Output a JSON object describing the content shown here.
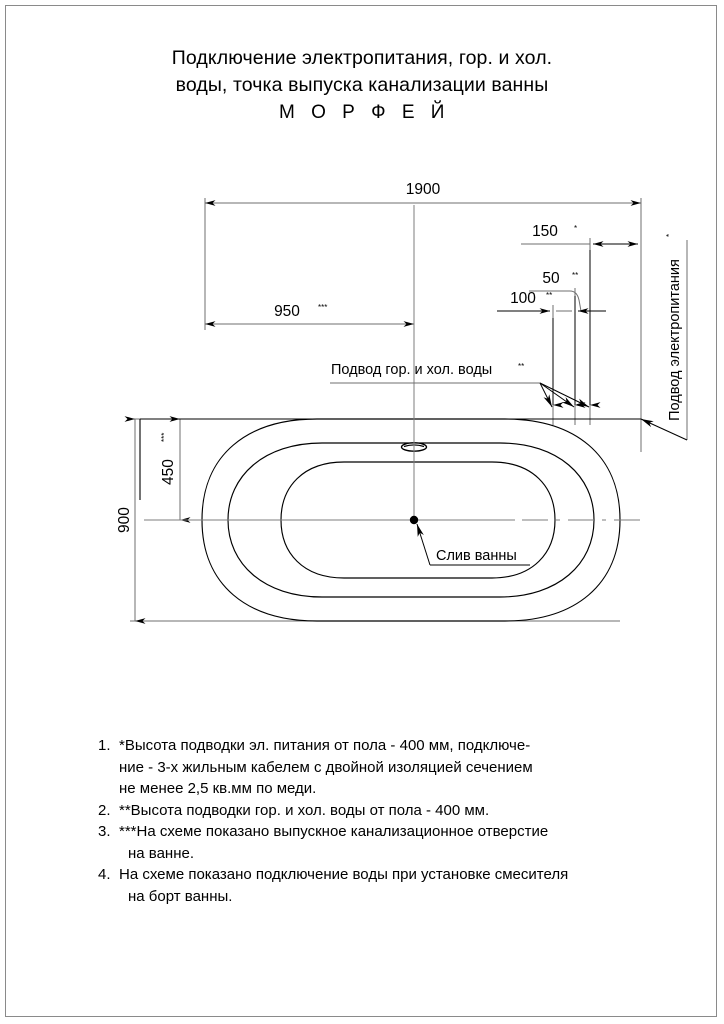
{
  "document": {
    "title_line1": "Подключение электропитания, гор. и хол.",
    "title_line2": "воды, точка выпуска канализации ванны",
    "model_name": "М О Р Ф Е Й"
  },
  "drawing": {
    "dimensions": {
      "overall_length": "1900",
      "half_length": "950",
      "half_length_mark": "***",
      "overall_width": "900",
      "center_offset": "450",
      "center_offset_mark": "***",
      "electric_offset": "150",
      "electric_offset_mark": "*",
      "water_offset_inner": "50",
      "water_offset_inner_mark": "**",
      "water_offset_outer": "100",
      "water_offset_outer_mark": "**"
    },
    "labels": {
      "electric_supply": "Подвод электропитания",
      "electric_supply_mark": "*",
      "water_supply": "Подвод гор. и хол. воды",
      "water_supply_mark": "**",
      "drain": "Слив ванны"
    },
    "colors": {
      "line": "#000000",
      "thin_line": "#6f6f6f",
      "center_line": "#7d7d7d",
      "border": "#8a8a8a"
    }
  },
  "notes": [
    {
      "number": "1.",
      "lines": [
        "*Высота подводки эл. питания от пола - 400 мм, подключе-",
        "ние - 3-х жильным кабелем с двойной изоляцией сечением",
        "не менее 2,5 кв.мм по меди."
      ]
    },
    {
      "number": "2.",
      "lines": [
        "**Высота подводки гор. и хол. воды от пола - 400 мм."
      ]
    },
    {
      "number": "3.",
      "lines": [
        "***На схеме показано выпускное канализационное отверстие",
        "на ванне."
      ]
    },
    {
      "number": "4.",
      "lines": [
        "На схеме показано подключение воды при установке смесителя",
        "на борт ванны."
      ]
    }
  ]
}
